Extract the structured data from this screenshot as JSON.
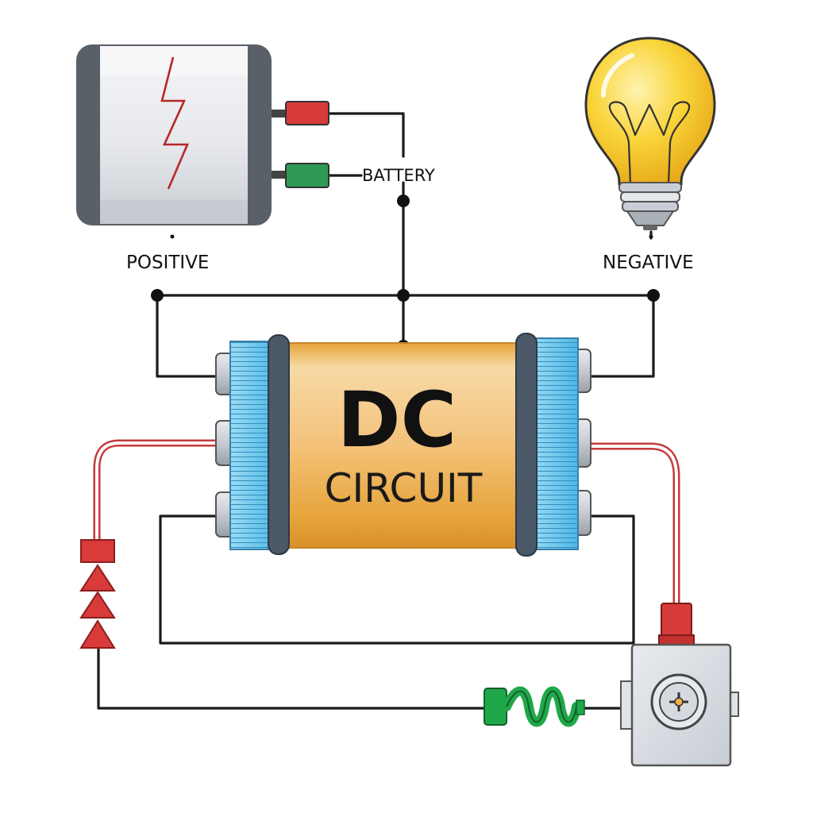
{
  "labels": {
    "battery": "BATTERY",
    "positive": "POSITIVE",
    "negative": "NEGATIVE"
  },
  "main_component": {
    "title": "DC",
    "subtitle": "CIRCUIT"
  },
  "colors": {
    "wire": "#1a1a1a",
    "red_wire": "#c43a3a",
    "terminal_red": "#d83a3a",
    "terminal_green": "#2f9a55",
    "capacitor_body": "#f0b040",
    "capacitor_end": "#5cc0e8",
    "bulb_glass": "#f8c81c",
    "battery_case": "#5a6068",
    "diode_red": "#d93a3a",
    "spring_green": "#1fa84a",
    "switch_box": "#d9dde3"
  }
}
